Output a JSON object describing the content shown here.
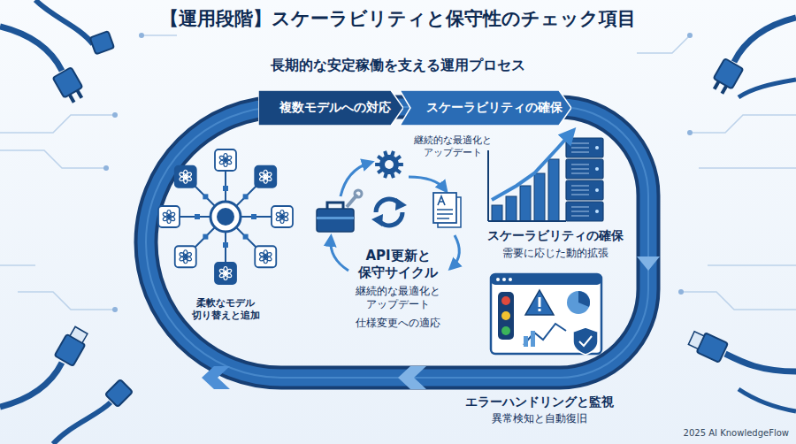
{
  "diagram": {
    "title": "【運用段階】スケーラビリティと保守性のチェック項目",
    "nodes": [
      {
        "text": [
          "複数モデルへの対応"
        ]
      },
      {
        "text": [
          "スケーラビリティの確保"
        ]
      }
    ],
    "labels": [
      "長期的な安定稼働を支える運用プロセス",
      "継続的な最適化と アップデート",
      "スケーラビリティの確保",
      "需要に応じた動的拡張",
      "API更新と 保守サイクル",
      "継続的な最適化と アップデート",
      "仕様変更への適応",
      "柔軟なモデル 切り替えと追加",
      "エラーハンドリングと監視",
      "異常検知と自動復旧",
      "2025 AI KnowledgeFlow"
    ]
  }
}
